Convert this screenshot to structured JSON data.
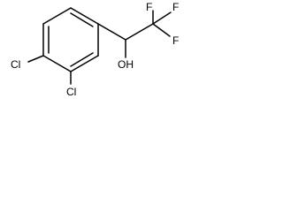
{
  "molecule": {
    "atoms": {
      "cl_3": "Cl",
      "cl_2": "Cl",
      "hydroxyl": "OH",
      "f_top_left": "F",
      "f_top_right": "F",
      "f_right": "F"
    },
    "colors": {
      "bond": "#000000",
      "label": "#000000",
      "background": "#ffffff"
    }
  }
}
